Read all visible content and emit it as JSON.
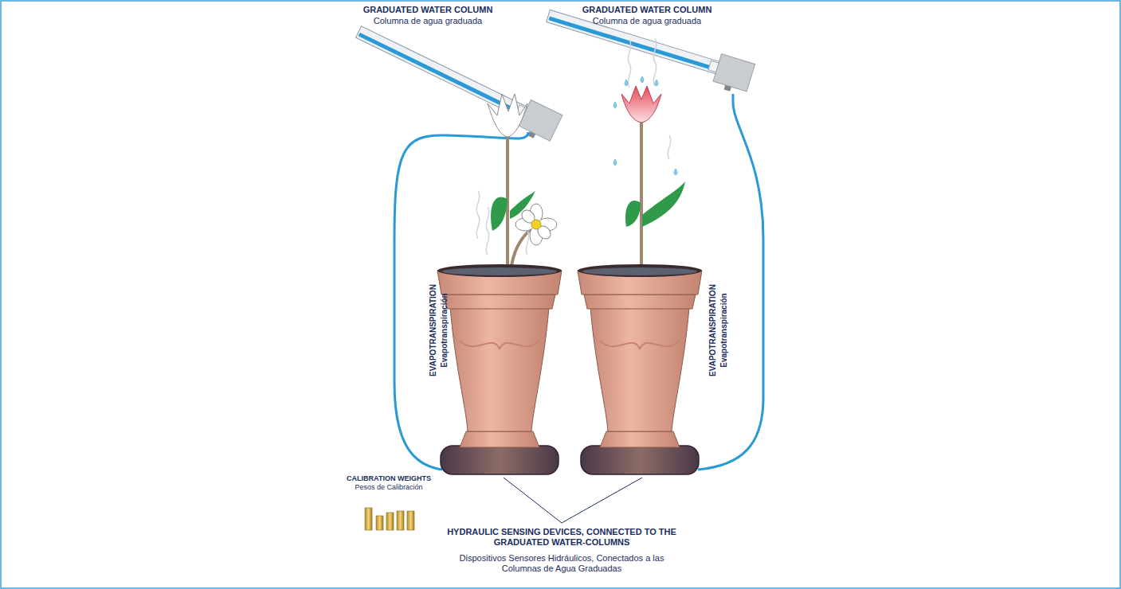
{
  "diagram": {
    "labels": [
      "GRADUATED WATER COLUMN",
      "Columna de agua graduada",
      "GRADUATED WATER COLUMN",
      "Columna de agua graduada",
      "EVAPOTRANSPIRATION",
      "Evapotranspiración",
      "EVAPOTRANSPIRATION",
      "Evapotranspiración",
      "CALIBRATION WEIGHTS",
      "Pesos de Calibración",
      "HYDRAULIC SENSING DEVICES, CONNECTED TO THE GRADUATED WATER-COLUMNS",
      "Dispositivos Sensores Hidráulicos, Conectados a las Columnas de Agua Graduadas"
    ]
  }
}
